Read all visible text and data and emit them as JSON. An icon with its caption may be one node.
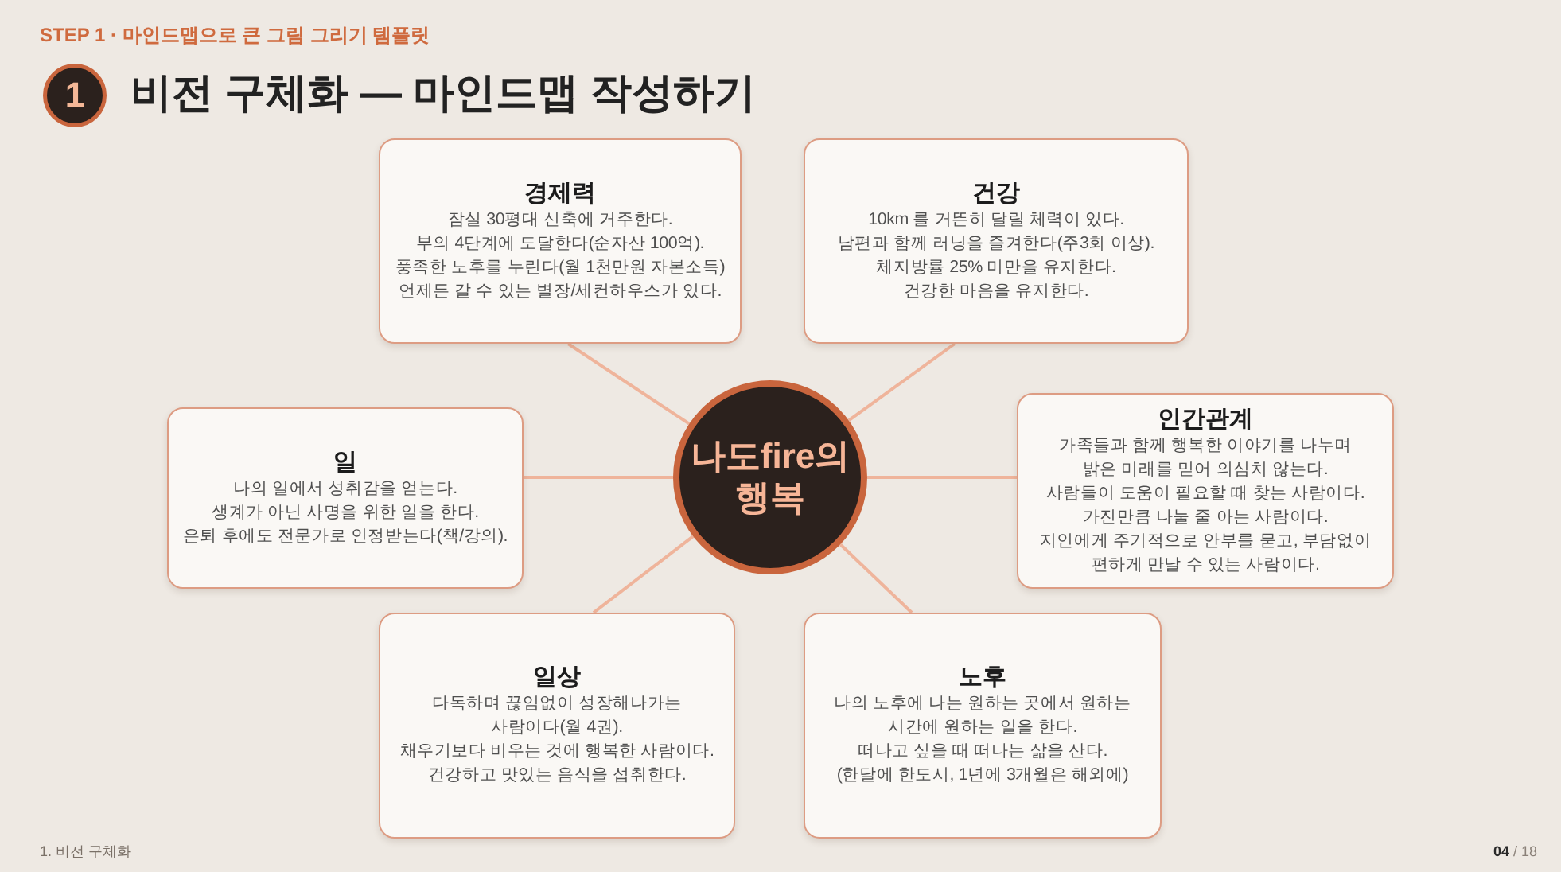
{
  "diagram": {
    "title": "비전 구체화 — 마인드맵 작성하기",
    "nodes": [
      {
        "text": [
          "1"
        ]
      },
      {
        "text": [
          "경제력",
          "잠실 30평대 신축에 거주한다.",
          "부의 4단계에 도달한다(순자산 100억).",
          "풍족한 노후를 누린다(월 1천만원 자본소득)",
          "언제든 갈 수 있는 별장/세컨하우스가 있다."
        ]
      },
      {
        "text": [
          "건강",
          "10km 를 거뜬히 달릴 체력이 있다.",
          "남편과 함께 러닝을 즐겨한다(주3회 이상).",
          "체지방률 25% 미만을 유지한다.",
          "건강한 마음을 유지한다."
        ]
      },
      {
        "text": [
          "일",
          "나의 일에서 성취감을 얻는다.",
          "생계가 아닌 사명을 위한 일을 한다.",
          "은퇴 후에도 전문가로 인정받는다(책/강의)."
        ]
      },
      {
        "text": [
          "나도fire의 행복"
        ]
      },
      {
        "text": [
          "인간관계",
          "가족들과 함께 행복한 이야기를 나누며 밝은 미래를 믿어 의심치 않는다.",
          "사람들이 도움이 필요할 때 찾는 사람이다.",
          "가진만큼 나눌 줄 아는 사람이다.",
          "지인에게 주기적으로 안부를 묻고, 부담없이 편하게 만날 수 있는 사람이다."
        ]
      },
      {
        "text": [
          "일상",
          "다독하며 끊임없이 성장해나가는 사람이다(월 4권).",
          "채우기보다 비우는 것에 행복한 사람이다.",
          "건강하고 맛있는 음식을 섭취한다."
        ]
      },
      {
        "text": [
          "노후",
          "나의 노후에 나는 원하는 곳에서 원하는 시간에 원하는 일을 한다.",
          "떠나고 싶을 때 떠나는 삶을 산다.",
          "(한달에 한도시, 1년에 3개월은 해외에)"
        ]
      }
    ],
    "edges": [
      {
        "from": 4,
        "to": 1,
        "arrow": "none"
      },
      {
        "from": 4,
        "to": 2,
        "arrow": "none"
      },
      {
        "from": 4,
        "to": 3,
        "arrow": "none"
      },
      {
        "from": 4,
        "to": 5,
        "arrow": "none"
      },
      {
        "from": 4,
        "to": 6,
        "arrow": "none"
      },
      {
        "from": 4,
        "to": 7,
        "arrow": "none"
      }
    ],
    "labels": [
      "STEP 1 · 마인드맵으로 큰 그림 그리기 템플릿",
      "1. 비전 구체화",
      "**04** / 18"
    ]
  }
}
